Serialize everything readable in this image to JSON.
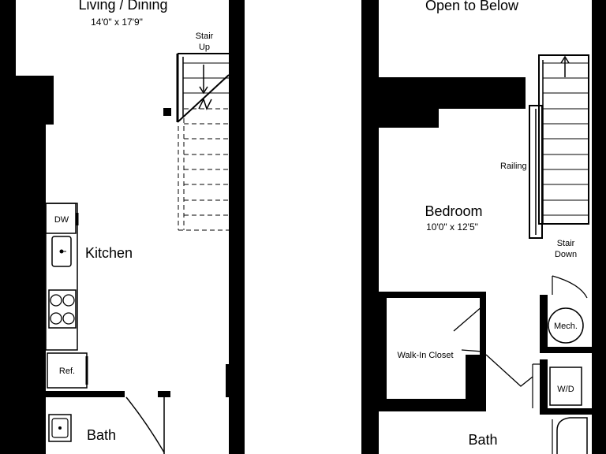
{
  "lower_level": {
    "living": {
      "name": "Living / Dining",
      "dims": "14'0\" x 17'9\""
    },
    "stair_up": {
      "line1": "Stair",
      "line2": "Up"
    },
    "kitchen": "Kitchen",
    "dishwasher": "DW",
    "refrigerator": "Ref.",
    "bath": "Bath"
  },
  "upper_level": {
    "open_to_below": "Open to Below",
    "bedroom": {
      "name": "Bedroom",
      "dims": "10'0\" x 12'5\""
    },
    "railing": "Railing",
    "stair_down": {
      "line1": "Stair",
      "line2": "Down"
    },
    "walk_in_closet": "Walk-In Closet",
    "mech": "Mech.",
    "washer_dryer": "W/D",
    "bath": "Bath"
  }
}
